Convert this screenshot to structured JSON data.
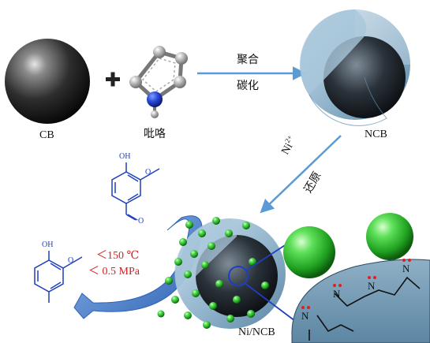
{
  "labels": {
    "cb": "CB",
    "pyrrole": "吡咯",
    "step1_line1": "聚合",
    "step1_line2": "碳化",
    "ncb": "NCB",
    "ni_ion": "Ni",
    "ni_charge": "2+",
    "step2": "还原",
    "nincb": "Ni/NCB",
    "temp": "＜150 ℃",
    "pressure": "＜ 0.5 MPa",
    "vanillin_oh": "OH",
    "vanillin_ome": "O",
    "vanillin_cho": "O",
    "product_oh": "OH",
    "product_ome": "O",
    "nitrogen": "N"
  },
  "colors": {
    "arrow": "#5b9bd5",
    "molecule_blue": "#1f3fbf",
    "condition_red": "#d81e1e",
    "curved_arrow": "#4a7fc9",
    "shell": "#8fb4cf",
    "nickel_green": "#22b522",
    "n_dot": "#e02020"
  }
}
